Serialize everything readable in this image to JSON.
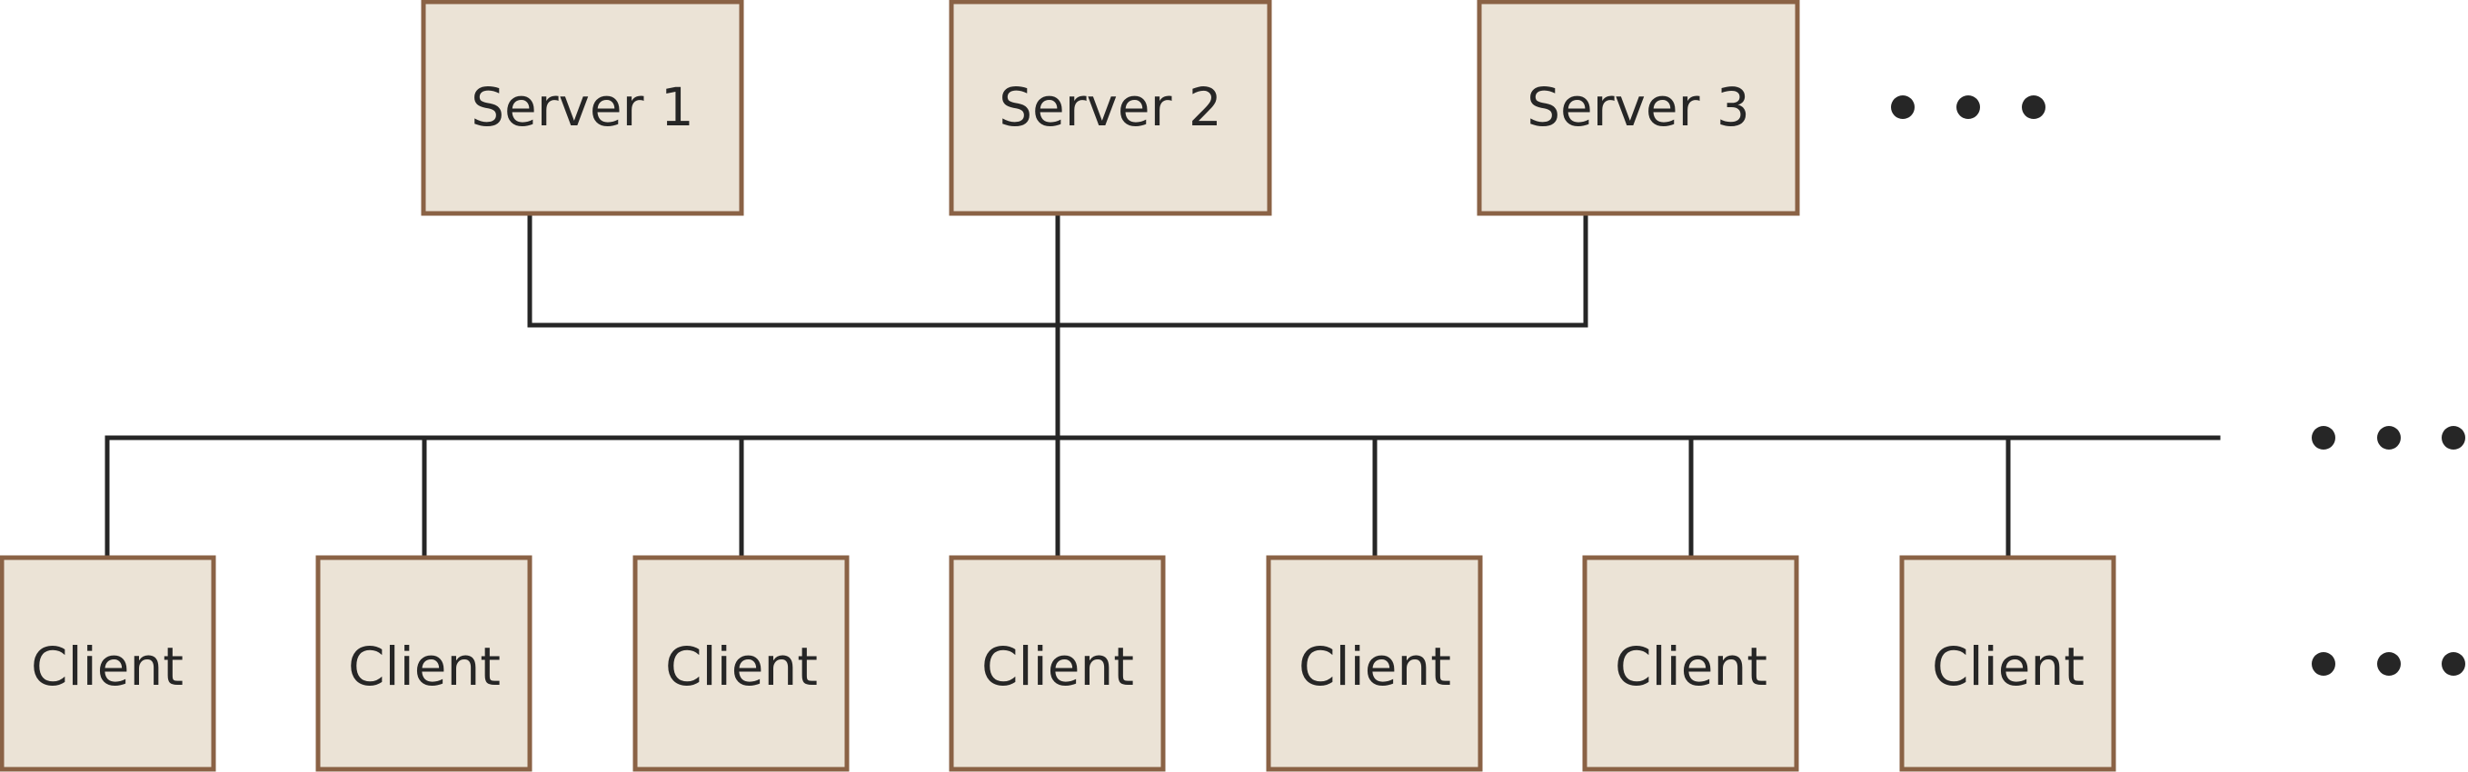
{
  "diagram": {
    "servers": [
      {
        "label": "Server 1"
      },
      {
        "label": "Server 2"
      },
      {
        "label": "Server 3"
      }
    ],
    "clients": [
      {
        "label": "Client"
      },
      {
        "label": "Client"
      },
      {
        "label": "Client"
      },
      {
        "label": "Client"
      },
      {
        "label": "Client"
      },
      {
        "label": "Client"
      },
      {
        "label": "Client"
      }
    ],
    "colors": {
      "box_fill": "#ebe3d6",
      "box_border": "#8a6245",
      "line": "#262626",
      "text": "#262626"
    }
  }
}
